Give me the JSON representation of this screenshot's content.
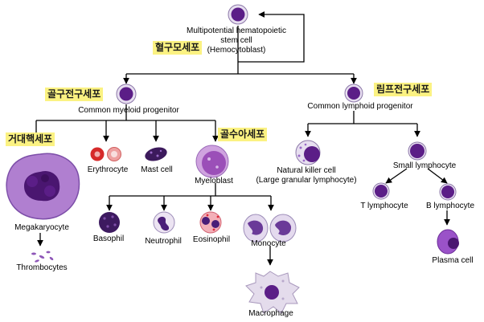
{
  "colors": {
    "line": "#000000",
    "highlight": "#fbf282",
    "cell_membrane": "#e2d7ec",
    "nucleus": "#5b1e87",
    "rbc": "#d62a2a",
    "granule": "#e02838"
  },
  "korean_labels": {
    "hemocytoblast": "혈구모세포",
    "myeloid": "골구전구세포",
    "lymphoid": "림프전구세포",
    "megakaryocyte": "거대핵세포",
    "myeloblast": "골수아세포"
  },
  "cells": {
    "stem_cell": [
      "Multipotential hematopoietic",
      "stem cell",
      "(Hemocytoblast)"
    ],
    "myeloid_progenitor": "Common myeloid progenitor",
    "lymphoid_progenitor": "Common lymphoid progenitor",
    "megakaryocyte": "Megakaryocyte",
    "thrombocytes": "Thrombocytes",
    "erythrocyte": "Erythrocyte",
    "mast_cell": "Mast cell",
    "myeloblast": "Myeloblast",
    "basophil": "Basophil",
    "neutrophil": "Neutrophil",
    "eosinophil": "Eosinophil",
    "monocyte": "Monocyte",
    "macrophage": "Macrophage",
    "nk_cell": [
      "Natural killer cell",
      "(Large granular lymphocyte)"
    ],
    "small_lymphocyte": "Small lymphocyte",
    "t_lymphocyte": "T lymphocyte",
    "b_lymphocyte": "B lymphocyte",
    "plasma_cell": "Plasma cell"
  }
}
